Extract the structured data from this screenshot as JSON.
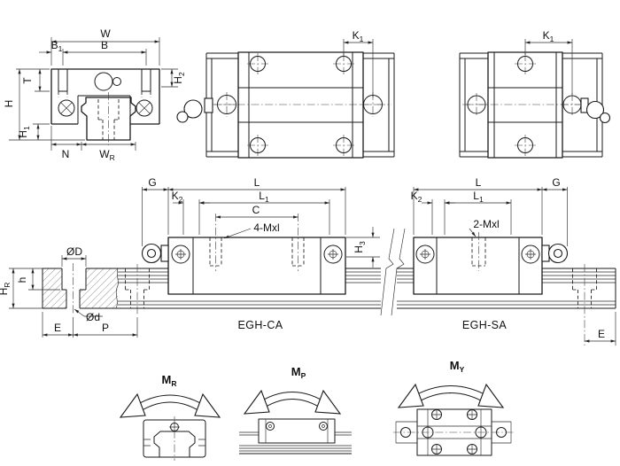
{
  "colors": {
    "background": "#ffffff",
    "line": "#1a1a1a"
  },
  "captions": {
    "left_block": "EGH-CA",
    "right_block": "EGH-SA"
  },
  "labels": {
    "w": {
      "main": "W",
      "sub": ""
    },
    "b1": {
      "main": "B",
      "sub": "1"
    },
    "b": {
      "main": "B",
      "sub": ""
    },
    "t": {
      "main": "T",
      "sub": ""
    },
    "h_total": {
      "main": "H",
      "sub": ""
    },
    "h1": {
      "main": "H",
      "sub": "1"
    },
    "h2": {
      "main": "H",
      "sub": "2"
    },
    "h3": {
      "main": "H",
      "sub": "3"
    },
    "n": {
      "main": "N",
      "sub": ""
    },
    "wr": {
      "main": "W",
      "sub": "R"
    },
    "k1": {
      "main": "K",
      "sub": "1"
    },
    "k2": {
      "main": "K",
      "sub": "2"
    },
    "g": {
      "main": "G",
      "sub": ""
    },
    "l": {
      "main": "L",
      "sub": ""
    },
    "l1": {
      "main": "L",
      "sub": "1"
    },
    "c": {
      "main": "C",
      "sub": ""
    },
    "bolt_ca": {
      "main": "4-Mxl",
      "sub": ""
    },
    "bolt_sa": {
      "main": "2-Mxl",
      "sub": ""
    },
    "dia_d_big": {
      "main": "ØD",
      "sub": ""
    },
    "dia_d_small": {
      "main": "Ød",
      "sub": ""
    },
    "hr": {
      "main": "H",
      "sub": "R"
    },
    "h_small": {
      "main": "h",
      "sub": ""
    },
    "e": {
      "main": "E",
      "sub": ""
    },
    "p": {
      "main": "P",
      "sub": ""
    },
    "mr": {
      "main": "M",
      "sub": "R"
    },
    "mp": {
      "main": "M",
      "sub": "P"
    },
    "my": {
      "main": "M",
      "sub": "Y"
    }
  }
}
